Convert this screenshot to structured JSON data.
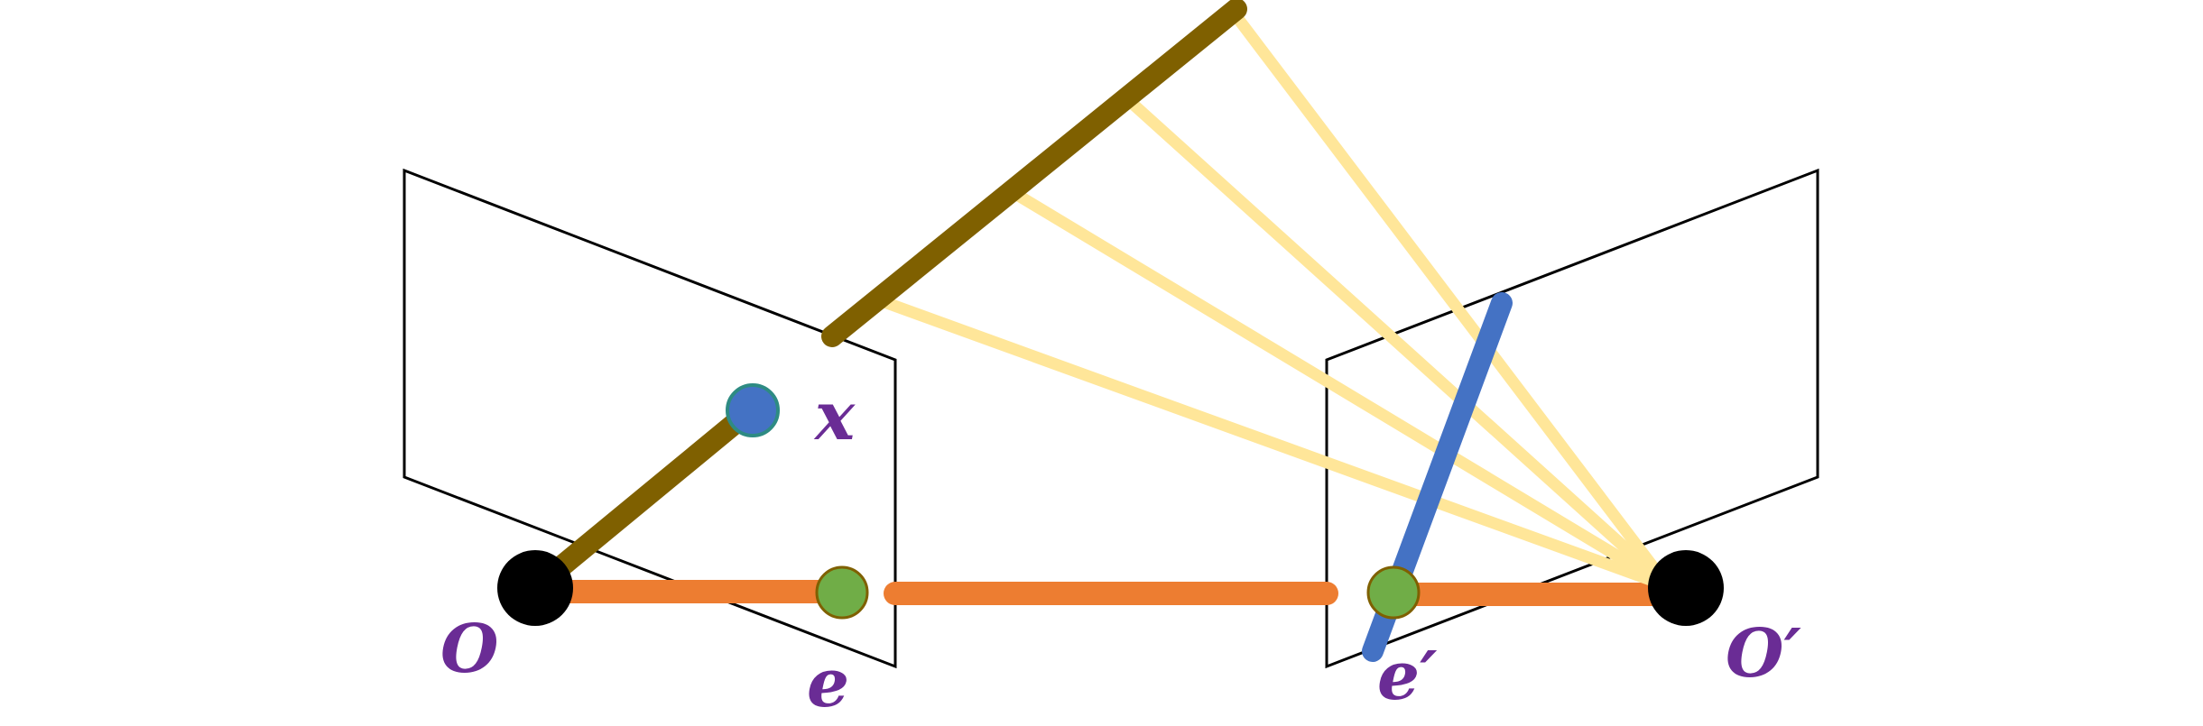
{
  "labels": {
    "O": "O",
    "O_prime": "O′",
    "e": "e",
    "e_prime": "e′",
    "x": "x"
  },
  "colors": {
    "label": "#6a2c95",
    "ray": "#7f6000",
    "baseline": "#ed7d31",
    "epipole": "#70ad47",
    "epipole_outline": "#7f6000",
    "epipolar_line": "#4472c4",
    "image_point": "#4472c4",
    "image_point_outline": "#2e8b83",
    "candidate_rays": "#ffe699",
    "camera_center": "#000000",
    "plane_outline": "#000000"
  },
  "icons": {
    "camera_center": "filled-circle",
    "epipole": "filled-circle",
    "image_point": "filled-circle"
  }
}
